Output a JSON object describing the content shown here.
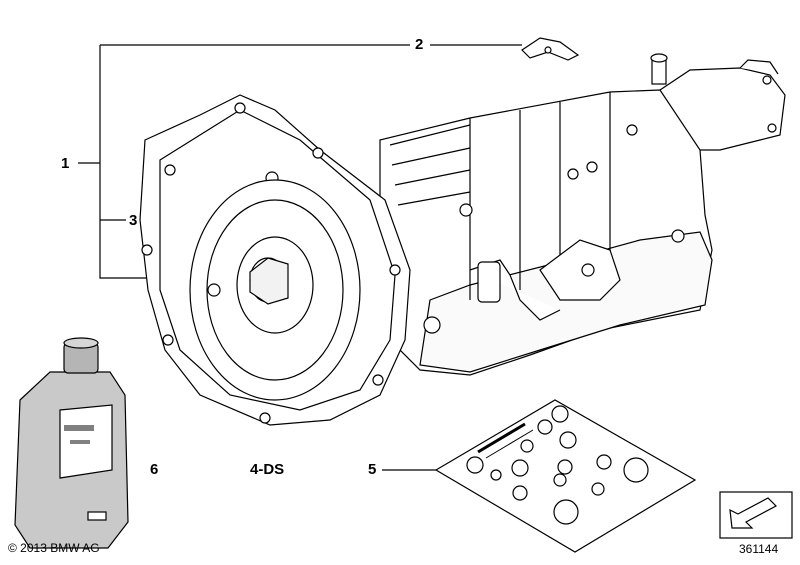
{
  "diagram": {
    "callouts": {
      "c1": "1",
      "c2": "2",
      "c3": "3",
      "c4": "4-DS",
      "c5": "5",
      "c6": "6"
    },
    "copyright": "© 2013 BMW AG",
    "drawing_number": "361144",
    "parts": {
      "transmission": "automatic-transmission-assembly",
      "gasket": "gasket-plate",
      "torque_converter": "torque-converter",
      "oil_bottle": "transmission-oil-bottle",
      "bolt_kit": "bolt-and-nut-kit",
      "nav_arrow": "navigation-arrow-icon"
    }
  },
  "colors": {
    "line": "#000000",
    "background": "#ffffff",
    "bottle_body": "#c9c9c9",
    "bottle_cap": "#b5b5b5",
    "bottle_label": "#808080"
  }
}
